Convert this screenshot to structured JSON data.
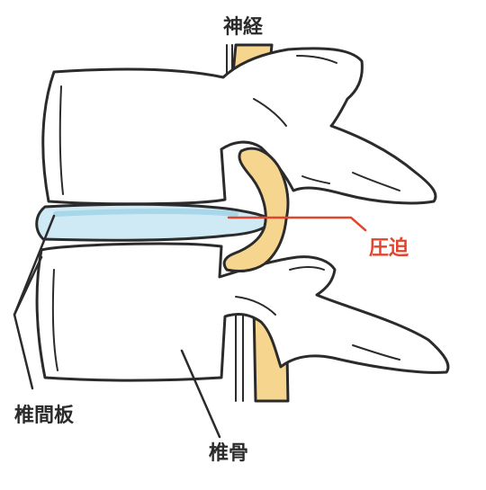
{
  "labels": {
    "nerve": "神経",
    "compression": "圧迫",
    "disc": "椎間板",
    "vertebra": "椎骨"
  },
  "colors": {
    "outline": "#2b2b2b",
    "bone_fill": "#ffffff",
    "bone_shade": "#e9edf0",
    "nerve_fill": "#f6d58e",
    "disc_fill": "#cfeaf5",
    "disc_edge": "#a9d7ea",
    "accent_red": "#e2452b"
  }
}
